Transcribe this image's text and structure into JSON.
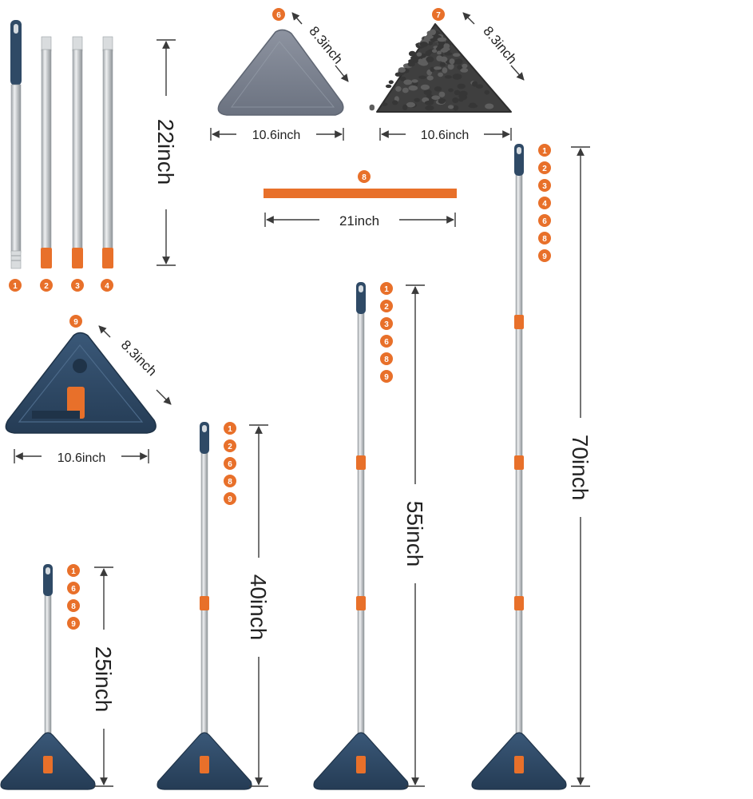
{
  "palette": {
    "accent": "#e8702a",
    "navy": "#2f4a66",
    "steel": "#c9ccce",
    "pad_gray": "#7e8594",
    "chenille": "#4a4a4a"
  },
  "rods": {
    "badges": [
      "1",
      "2",
      "3",
      "4"
    ],
    "length_label": "22inch"
  },
  "mop_pad": {
    "badge": "6",
    "side_label": "8.3inch",
    "width_label": "10.6inch"
  },
  "chenille_pad": {
    "badge": "7",
    "side_label": "8.3inch",
    "width_label": "10.6inch"
  },
  "scraper": {
    "badge": "8",
    "length_label": "21inch"
  },
  "head": {
    "badge": "9",
    "side_label": "8.3inch",
    "width_label": "10.6inch"
  },
  "assemblies": [
    {
      "badges": [
        "1",
        "6",
        "8",
        "9"
      ],
      "length_label": "25inch"
    },
    {
      "badges": [
        "1",
        "2",
        "6",
        "8",
        "9"
      ],
      "length_label": "40inch"
    },
    {
      "badges": [
        "1",
        "2",
        "3",
        "6",
        "8",
        "9"
      ],
      "length_label": "55inch"
    },
    {
      "badges": [
        "1",
        "2",
        "3",
        "4",
        "6",
        "8",
        "9"
      ],
      "length_label": "70inch"
    }
  ]
}
